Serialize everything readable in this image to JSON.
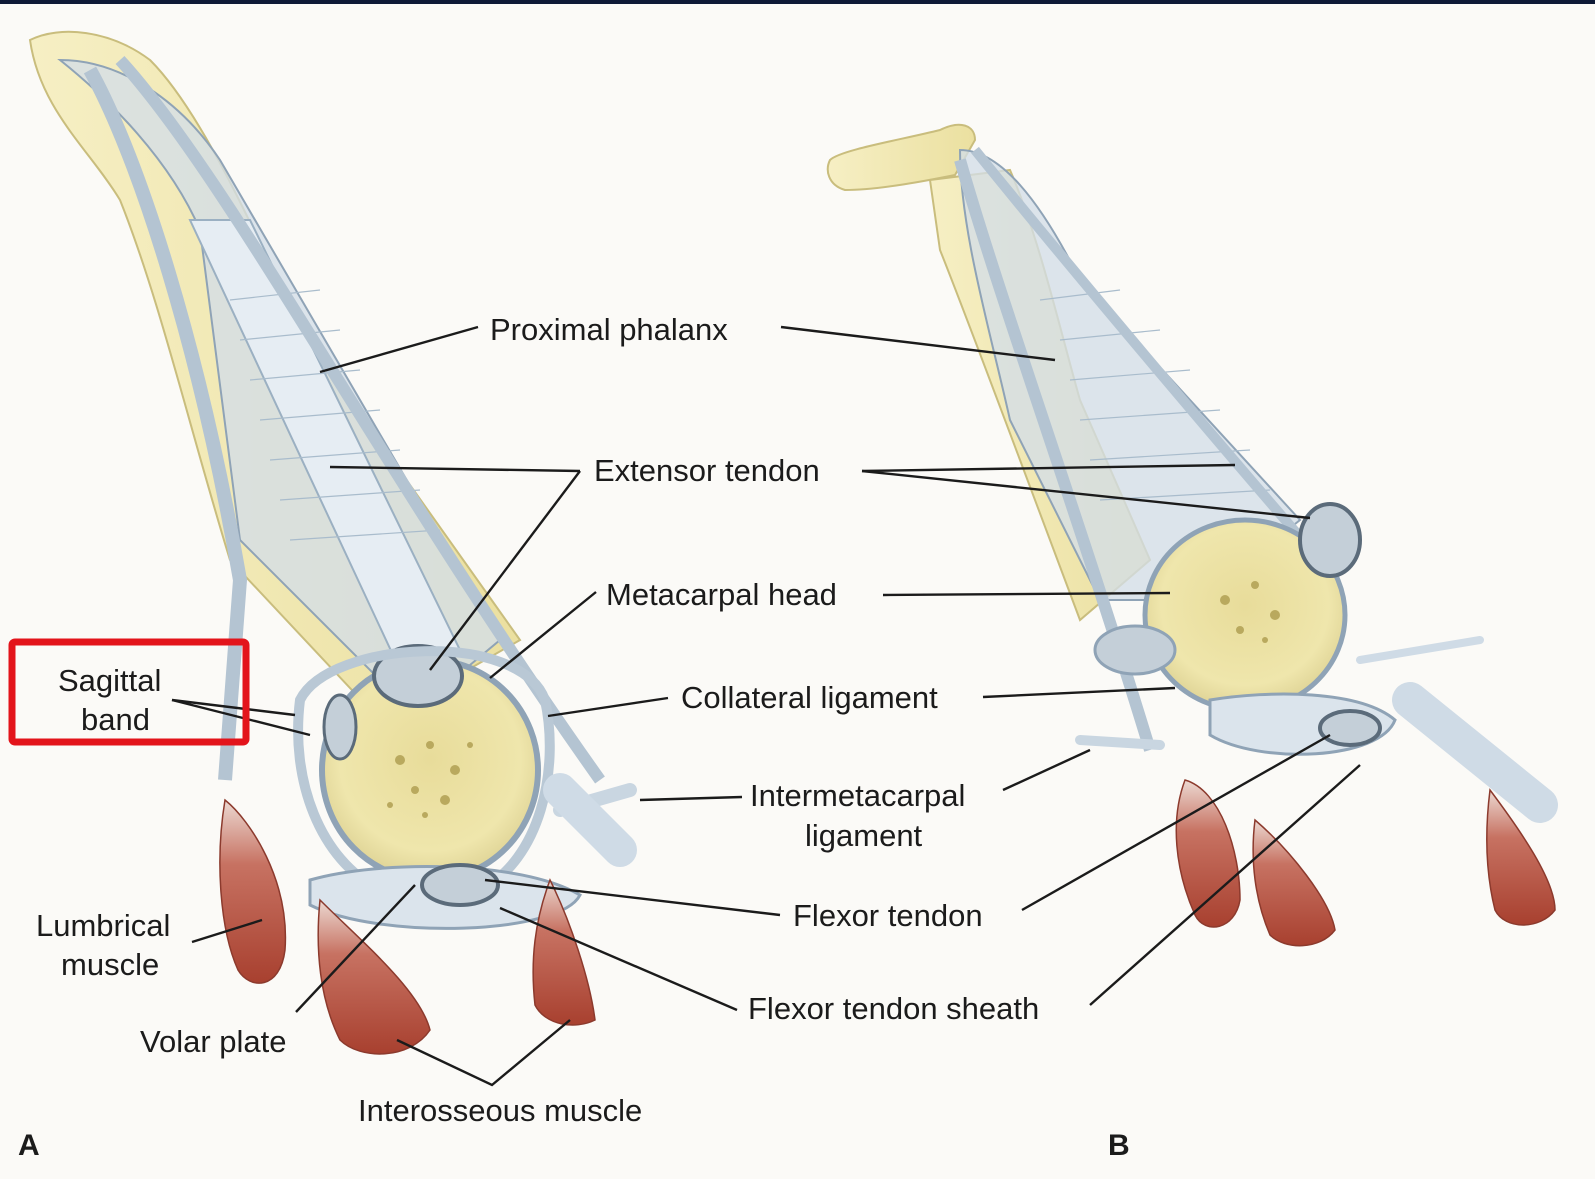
{
  "labels": {
    "proximal_phalanx": "Proximal phalanx",
    "extensor_tendon": "Extensor tendon",
    "metacarpal_head": "Metacarpal head",
    "collateral_ligament": "Collateral ligament",
    "intermetacarpal_1": "Intermetacarpal",
    "intermetacarpal_2": "ligament",
    "flexor_tendon": "Flexor tendon",
    "flexor_tendon_sheath": "Flexor tendon sheath",
    "sagittal_1": "Sagittal",
    "sagittal_2": "band",
    "lumbrical_1": "Lumbrical",
    "lumbrical_2": "muscle",
    "volar_plate": "Volar plate",
    "interosseous_muscle": "Interosseous muscle"
  },
  "panels": {
    "a": "A",
    "b": "B"
  },
  "highlight": {
    "target": "Sagittal band",
    "color": "#e3141b"
  },
  "colors": {
    "bone": "#f3eab0",
    "tendon": "#cfdbe6",
    "tendon_stroke": "#93a7ba",
    "muscle": "#b24a3c",
    "leader": "#1b1b1b"
  }
}
